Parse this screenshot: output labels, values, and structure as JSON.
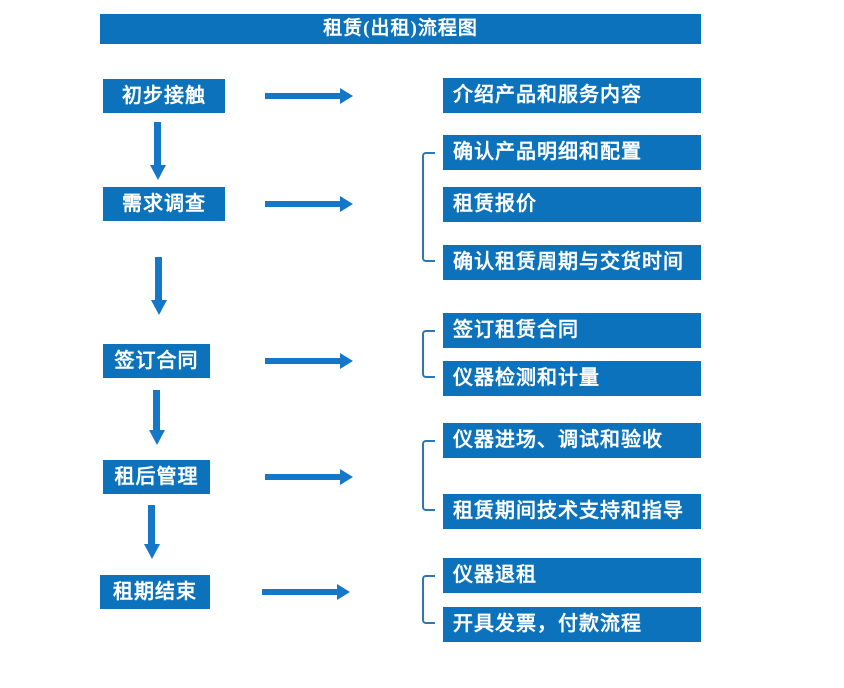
{
  "title": "租赁(出租)流程图",
  "colors": {
    "box_blue": "#0C72BB",
    "arrow_blue": "#1577C8",
    "bracket_blue": "#2E76B6",
    "text_white": "#FFFFFF"
  },
  "stages": [
    {
      "label": "初步接触",
      "outputs": [
        "介绍产品和服务内容"
      ]
    },
    {
      "label": "需求调查",
      "outputs": [
        "确认产品明细和配置",
        "租赁报价",
        "确认租赁周期与交货时间"
      ]
    },
    {
      "label": "签订合同",
      "outputs": [
        "签订租赁合同",
        "仪器检测和计量"
      ]
    },
    {
      "label": "租后管理",
      "outputs": [
        "仪器进场、调试和验收",
        "租赁期间技术支持和指导"
      ]
    },
    {
      "label": "租期结束",
      "outputs": [
        "仪器退租",
        "开具发票，付款流程"
      ]
    }
  ]
}
